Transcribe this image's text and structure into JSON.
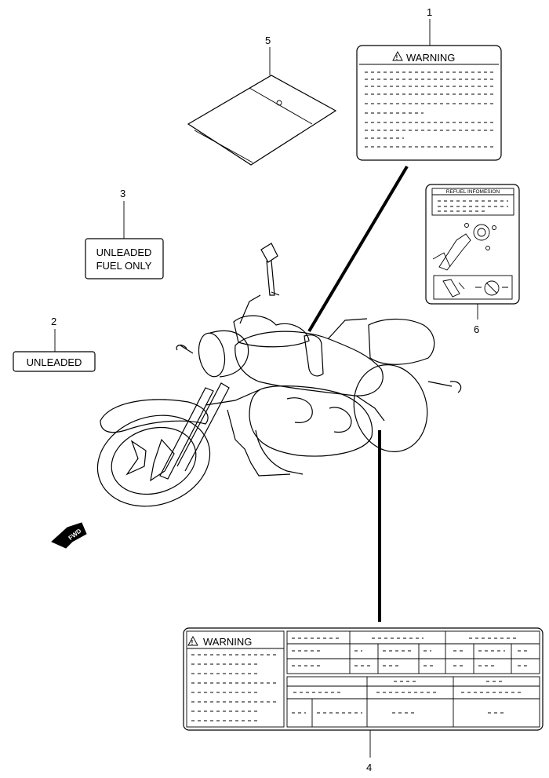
{
  "callouts": {
    "n1": "1",
    "n2": "2",
    "n3": "3",
    "n4": "4",
    "n5": "5",
    "n6": "6"
  },
  "labels": {
    "warning_1": "WARNING",
    "unleaded_2": "UNLEADED",
    "unleaded_fuel_line1": "UNLEADED",
    "unleaded_fuel_line2": "FUEL ONLY",
    "warning_4": "WARNING",
    "refuel_title": "REFUEL INFOMESION",
    "fwd": "FWD"
  }
}
